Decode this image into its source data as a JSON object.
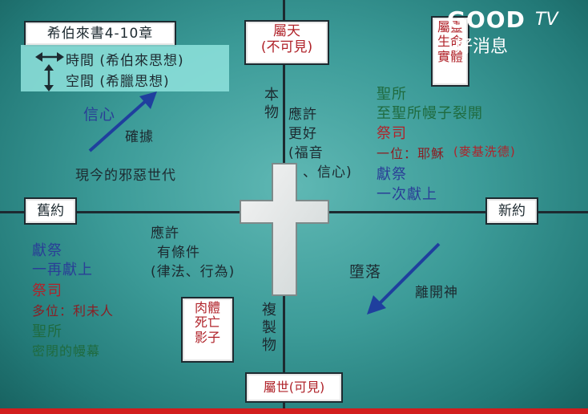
{
  "title_box": "希伯來書4-10章",
  "legend": {
    "time": "時間 (希伯來思想)",
    "space": "空間 (希臘思想)"
  },
  "top_box": {
    "line1": "屬天",
    "line2": "(不可見)"
  },
  "bottom_box": "屬世(可見)",
  "left_box": "舊約",
  "right_box": "新約",
  "top_right_box": [
    "屬靈",
    "生命",
    "實體"
  ],
  "bottom_left_box": [
    "肉體",
    "死亡",
    "影子"
  ],
  "vertical_top": [
    "本",
    "物"
  ],
  "vertical_bottom": [
    "複",
    "製",
    "物"
  ],
  "upper_left": {
    "faith": "信心",
    "evidence": "確據",
    "generation": "現今的邪惡世代"
  },
  "upper_middle": {
    "line1": "應許",
    "line2": "更好",
    "line3": "(福音",
    "line4": "、信心)"
  },
  "upper_right": {
    "sanctuary": "聖所",
    "veil": "至聖所幔子裂開",
    "priest": "祭司",
    "one_priest": "一位：耶穌",
    "melchizedek": "(麥基洗德)",
    "sacrifice": "獻祭",
    "once": "一次獻上"
  },
  "lower_middle": {
    "line1": "應許",
    "line2": "有條件",
    "line3": "(律法、行為)"
  },
  "lower_left": {
    "sacrifice": "獻祭",
    "repeated": "一再獻上",
    "priest": "祭司",
    "many": "多位：利未人",
    "sanctuary": "聖所",
    "veil": "密閉的幔幕"
  },
  "lower_right": {
    "fall": "墮落",
    "away": "離開神"
  },
  "logo": {
    "brand": "GOOD",
    "tv": "TV",
    "sub": "好消息"
  }
}
